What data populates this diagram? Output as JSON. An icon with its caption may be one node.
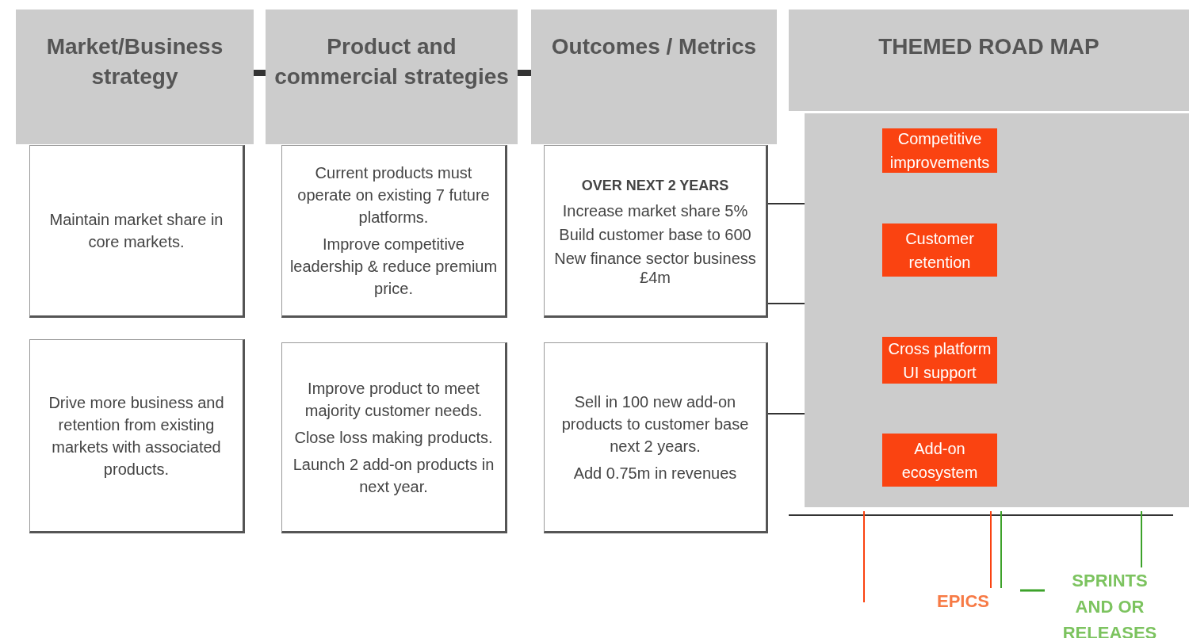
{
  "diagram": {
    "nodes": [
      {
        "text": [
          "Market/Business strategy"
        ]
      },
      {
        "text": [
          "Product and commercial strategies"
        ]
      },
      {
        "text": [
          "Outcomes / Metrics"
        ]
      },
      {
        "text": [
          "THEMED ROAD MAP"
        ]
      },
      {
        "text": [
          "Maintain market share in core markets."
        ]
      },
      {
        "text": [
          "Current products must operate on existing 7 future platforms.",
          "Improve competitive leadership & reduce premium price."
        ]
      },
      {
        "text": [
          "OVER NEXT 2 YEARS",
          "Increase market share 5%",
          "Build customer base to 600",
          "New finance sector business £4m"
        ]
      },
      {
        "text": [
          "Competitive improvements"
        ],
        "in": 3
      },
      {
        "text": [
          "Customer retention"
        ],
        "in": 3
      },
      {
        "text": [
          "Drive more business and retention from existing markets with associated products."
        ]
      },
      {
        "text": [
          "Improve product to meet majority customer needs.",
          "Close loss making products.",
          "Launch 2 add-on products in next year."
        ]
      },
      {
        "text": [
          "Sell in 100 new add-on products to customer base next 2 years.",
          "Add 0.75m in revenues"
        ]
      },
      {
        "text": [
          "Cross platform UI support"
        ],
        "in": 3
      },
      {
        "text": [
          "Add-on ecosystem"
        ],
        "in": 3
      }
    ],
    "edges": [
      {
        "from": 0,
        "to": 1,
        "arrow": "none",
        "style": "thick"
      },
      {
        "from": 1,
        "to": 2,
        "arrow": "none",
        "style": "thick"
      },
      {
        "from": 6,
        "to": 3,
        "arrow": "none"
      },
      {
        "from": 6,
        "to": 3,
        "arrow": "none"
      },
      {
        "from": 11,
        "to": 3,
        "arrow": "none"
      }
    ],
    "labels": [
      "EPICS",
      "SPRINTS AND OR RELEASES"
    ]
  }
}
